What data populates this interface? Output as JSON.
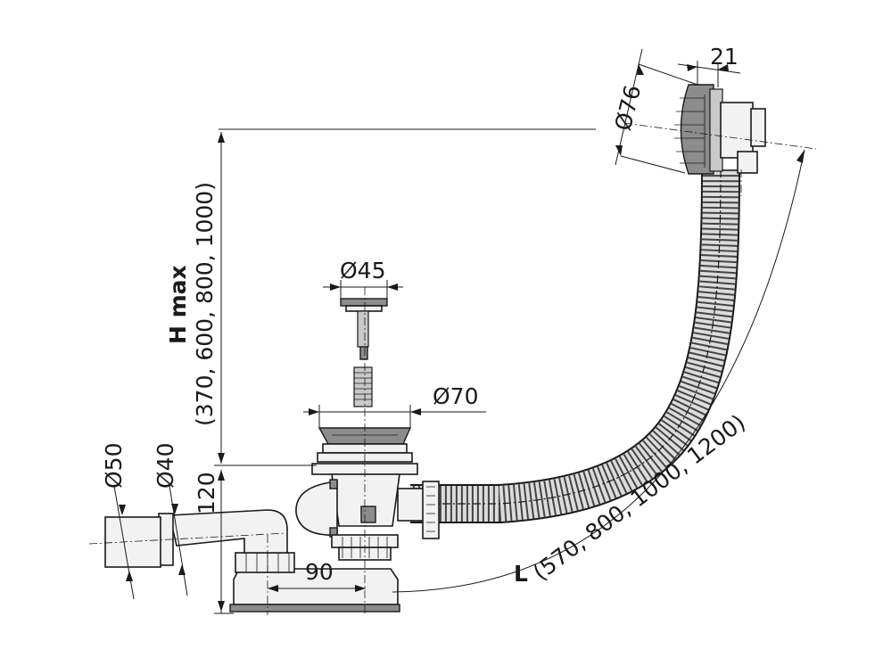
{
  "labels": {
    "dia_76": "Ø76",
    "dim_21": "21",
    "dia_45": "Ø45",
    "dia_70": "Ø70",
    "dia_50": "Ø50",
    "dia_40": "Ø40",
    "dim_120": "120",
    "dim_90": "90",
    "h_max": "H max",
    "h_values": "(370, 600, 800, 1000)",
    "l_label": "L",
    "l_values": "(570, 800, 1000, 1200)"
  }
}
